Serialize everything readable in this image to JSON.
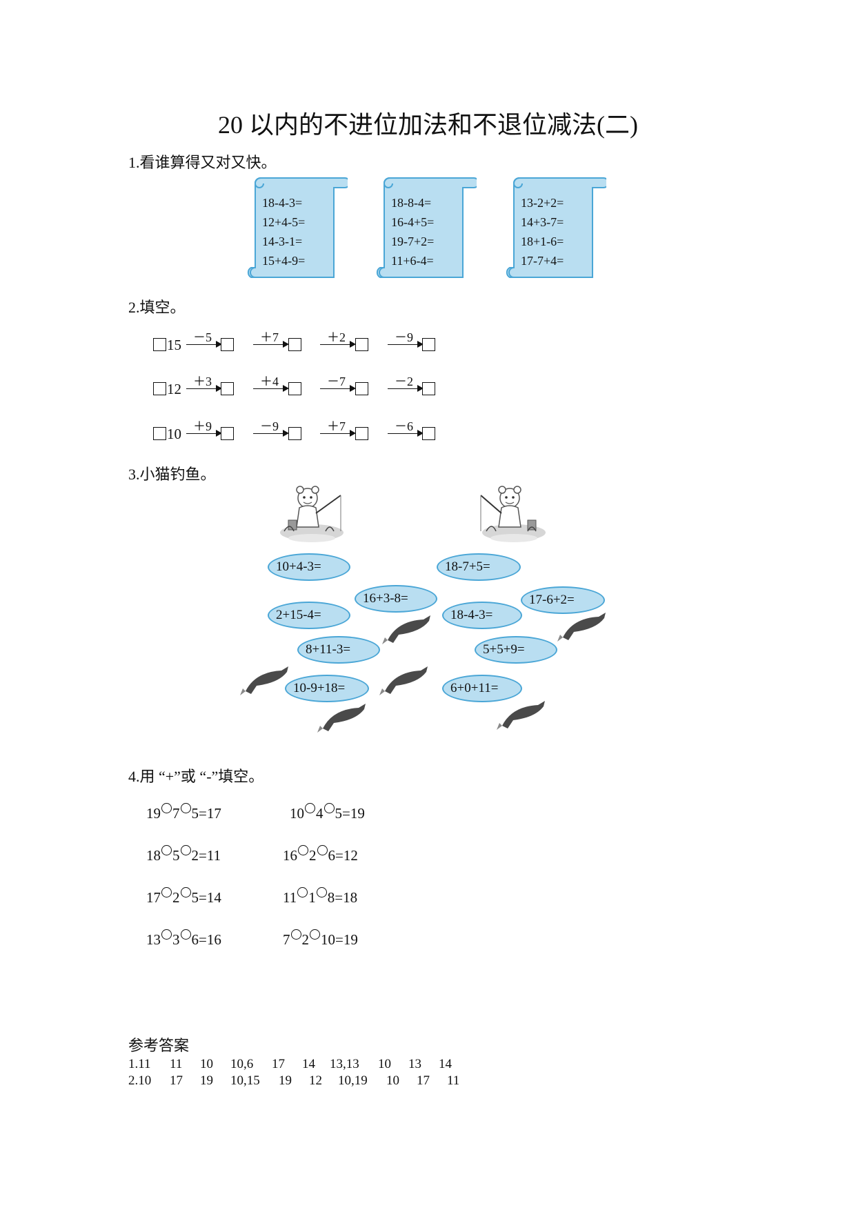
{
  "title": "20 以内的不进位加法和不退位减法(二)",
  "q1": {
    "heading": "1.看谁算得又对又快。",
    "scrolls": [
      [
        "18-4-3=",
        "12+4-5=",
        "14-3-1=",
        "15+4-9="
      ],
      [
        "18-8-4=",
        "16-4+5=",
        "19-7+2=",
        "11+6-4="
      ],
      [
        "13-2+2=",
        "14+3-7=",
        "18+1-6=",
        "17-7+4="
      ]
    ],
    "colors": {
      "scroll_fill": "#b9def1",
      "scroll_border": "#4aa6d6"
    }
  },
  "q2": {
    "heading": "2.填空。",
    "rows": [
      {
        "start": "15",
        "ops": [
          "－5",
          "＋7",
          "＋2",
          "－9"
        ]
      },
      {
        "start": "12",
        "ops": [
          "＋3",
          "＋4",
          "－7",
          "－2"
        ]
      },
      {
        "start": "10",
        "ops": [
          "＋9",
          "－9",
          "＋7",
          "－6"
        ]
      }
    ]
  },
  "q3": {
    "heading": "3.小猫钓鱼。",
    "left_fish": [
      "10+4-3=",
      "16+3-8=",
      "2+15-4=",
      "8+11-3=",
      "10-9+18="
    ],
    "right_fish": [
      "18-7+5=",
      "17-6+2=",
      "18-4-3=",
      "5+5+9=",
      "6+0+11="
    ]
  },
  "q4": {
    "heading": "4.用 “+”或 “-”填空。",
    "left": [
      [
        "19",
        "7",
        "5=17"
      ],
      [
        "18",
        "5",
        "2=11"
      ],
      [
        "17",
        "2",
        "5=14"
      ],
      [
        "13",
        "3",
        "6=16"
      ]
    ],
    "right": [
      [
        "10",
        "4",
        "5=19"
      ],
      [
        "16",
        "2",
        "6=12"
      ],
      [
        "11",
        "1",
        "8=18"
      ],
      [
        "7",
        "2",
        "10=19"
      ]
    ]
  },
  "answers": {
    "heading": "参考答案",
    "row1": [
      "1.11",
      "11",
      "10",
      "10,6",
      "17",
      "14",
      "13,13",
      "10",
      "13",
      "14"
    ],
    "row2": [
      "2.10",
      "17",
      "19",
      "10,15",
      "19",
      "12",
      "10,19",
      "10",
      "17",
      "11"
    ]
  }
}
